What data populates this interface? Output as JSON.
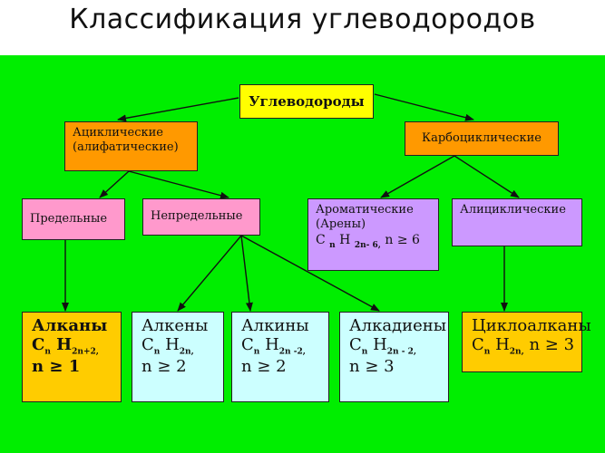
{
  "title": "Классификация углеводородов",
  "root": "Углеводороды",
  "level1": {
    "acyclic": [
      "Ациклические",
      "(алифатические)"
    ],
    "carbocyclic": "Карбоциклические"
  },
  "level2": {
    "saturated": "Предельные",
    "unsaturated": "Непредельные",
    "aromatic": [
      "Ароматические",
      "(Арены)"
    ],
    "aromatic_formula": {
      "c": "С",
      "n": "n",
      "h": "Н",
      "sub": "2n- 6,",
      "cond": "n ≥ 6"
    },
    "alicyclic": "Алициклические"
  },
  "leaves": [
    {
      "name": "Алканы",
      "c": "С",
      "n": "n",
      "h": "Н",
      "sub": "2n+2,",
      "cond": "n ≥ 1"
    },
    {
      "name": "Алкены",
      "c": "С",
      "n": "n",
      "h": "Н",
      "sub": "2n,",
      "cond": "n ≥ 2"
    },
    {
      "name": "Алкины",
      "c": "С",
      "n": "n",
      "h": "Н",
      "sub": "2n -2,",
      "cond": "n ≥ 2"
    },
    {
      "name": "Алкадиены",
      "c": "С",
      "n": "n",
      "h": "Н",
      "sub": "2n - 2,",
      "cond": "n ≥ 3"
    },
    {
      "name": "Циклоалканы",
      "c": "С",
      "n": "n",
      "h": "Н",
      "sub": "2n,",
      "cond": "n ≥ 3"
    }
  ],
  "colors": {
    "background": "#00ee00",
    "root": "#ffff00",
    "level1": "#ff9900",
    "saturated_unsaturated": "#ff99cc",
    "aromatic_alicyclic": "#cc99ff",
    "alkanes_cycloalkanes": "#ffcc00",
    "unsaturated_leaves": "#ccffff"
  }
}
